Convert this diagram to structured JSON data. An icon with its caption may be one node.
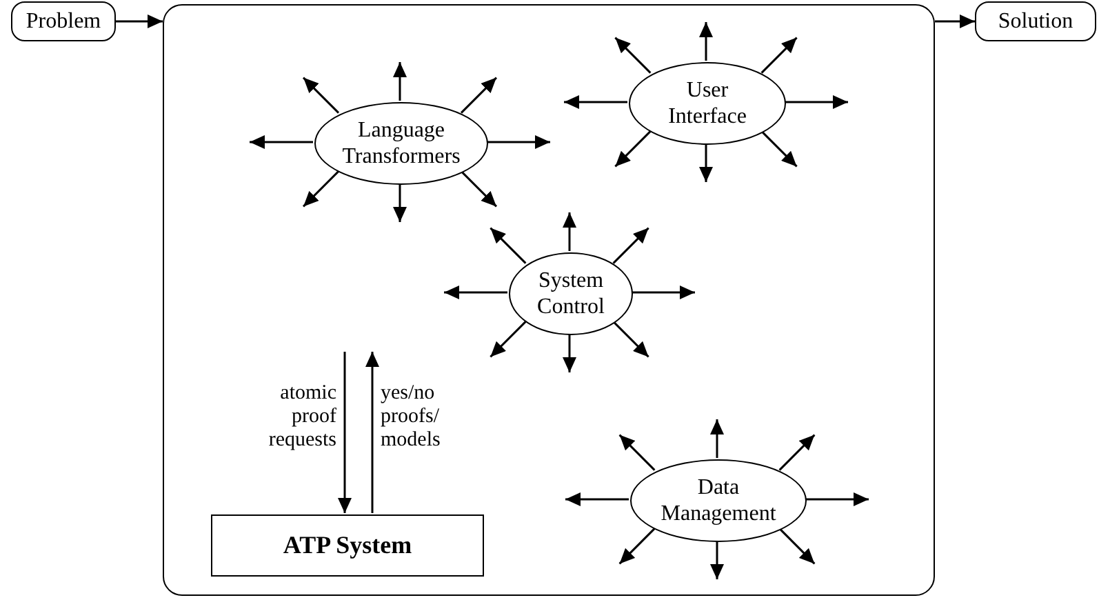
{
  "diagram": {
    "nodes": [
      {
        "text": [
          "Problem"
        ]
      },
      {
        "text": [],
        "shape": "box"
      },
      {
        "text": [
          "Language Transformers"
        ],
        "in": 1
      },
      {
        "text": [
          "User Interface"
        ],
        "in": 1
      },
      {
        "text": [
          "System Control"
        ],
        "in": 1
      },
      {
        "text": [
          "ATP System"
        ],
        "in": 1
      },
      {
        "text": [
          "Data Management"
        ],
        "in": 1
      },
      {
        "text": [
          "Solution"
        ]
      }
    ],
    "edges": [
      {
        "from": 0,
        "to": 1,
        "arrow": "to"
      },
      {
        "from": 1,
        "to": 7,
        "arrow": "to"
      },
      {
        "from": 2,
        "to": null,
        "arrow": "to"
      },
      {
        "from": 2,
        "to": null,
        "arrow": "to"
      },
      {
        "from": 2,
        "to": null,
        "arrow": "to"
      },
      {
        "from": 2,
        "to": null,
        "arrow": "to"
      },
      {
        "from": 2,
        "to": null,
        "arrow": "to"
      },
      {
        "from": 2,
        "to": null,
        "arrow": "to"
      },
      {
        "from": 2,
        "to": null,
        "arrow": "to"
      },
      {
        "from": 2,
        "to": null,
        "arrow": "to"
      },
      {
        "from": 3,
        "to": null,
        "arrow": "to"
      },
      {
        "from": 3,
        "to": null,
        "arrow": "to"
      },
      {
        "from": 3,
        "to": null,
        "arrow": "to"
      },
      {
        "from": 3,
        "to": null,
        "arrow": "to"
      },
      {
        "from": 3,
        "to": null,
        "arrow": "to"
      },
      {
        "from": 3,
        "to": null,
        "arrow": "to"
      },
      {
        "from": 3,
        "to": null,
        "arrow": "to"
      },
      {
        "from": 3,
        "to": null,
        "arrow": "to"
      },
      {
        "from": 4,
        "to": null,
        "arrow": "to"
      },
      {
        "from": 4,
        "to": null,
        "arrow": "to"
      },
      {
        "from": 4,
        "to": null,
        "arrow": "to"
      },
      {
        "from": 4,
        "to": null,
        "arrow": "to"
      },
      {
        "from": 4,
        "to": null,
        "arrow": "to"
      },
      {
        "from": 4,
        "to": null,
        "arrow": "to"
      },
      {
        "from": 4,
        "to": null,
        "arrow": "to"
      },
      {
        "from": 4,
        "to": null,
        "arrow": "to"
      },
      {
        "from": null,
        "to": 5,
        "label": "atomic proof requests",
        "arrow": "to"
      },
      {
        "from": 5,
        "to": null,
        "label": "yes/no proofs/ models",
        "arrow": "to"
      },
      {
        "from": 6,
        "to": null,
        "arrow": "to"
      },
      {
        "from": 6,
        "to": null,
        "arrow": "to"
      },
      {
        "from": 6,
        "to": null,
        "arrow": "to"
      },
      {
        "from": 6,
        "to": null,
        "arrow": "to"
      },
      {
        "from": 6,
        "to": null,
        "arrow": "to"
      },
      {
        "from": 6,
        "to": null,
        "arrow": "to"
      },
      {
        "from": 6,
        "to": null,
        "arrow": "to"
      },
      {
        "from": 6,
        "to": null,
        "arrow": "to"
      }
    ]
  }
}
